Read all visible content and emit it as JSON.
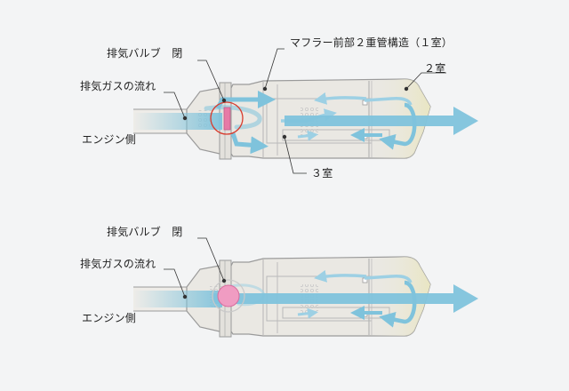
{
  "top_diagram": {
    "labels": {
      "valve": "排気バルブ　閉",
      "flow": "排気ガスの流れ",
      "engine": "エンジン側",
      "structure": "マフラー前部２重管構造（１室）",
      "room2": "２室",
      "room3": "３室"
    }
  },
  "bottom_diagram": {
    "labels": {
      "valve": "排気バルブ　閉",
      "flow": "排気ガスの流れ",
      "engine": "エンジン側"
    }
  },
  "colors": {
    "background": "#f3f4f5",
    "muffler_body": "#eae8e3",
    "muffler_outline": "#9a9a9a",
    "room2_tint": "#efedcc",
    "flow_arrow": "#7fc3dc",
    "valve_closed_top": "#e67aa6",
    "valve_closed_bottom": "#f09cc2",
    "leader_line": "#333333"
  }
}
